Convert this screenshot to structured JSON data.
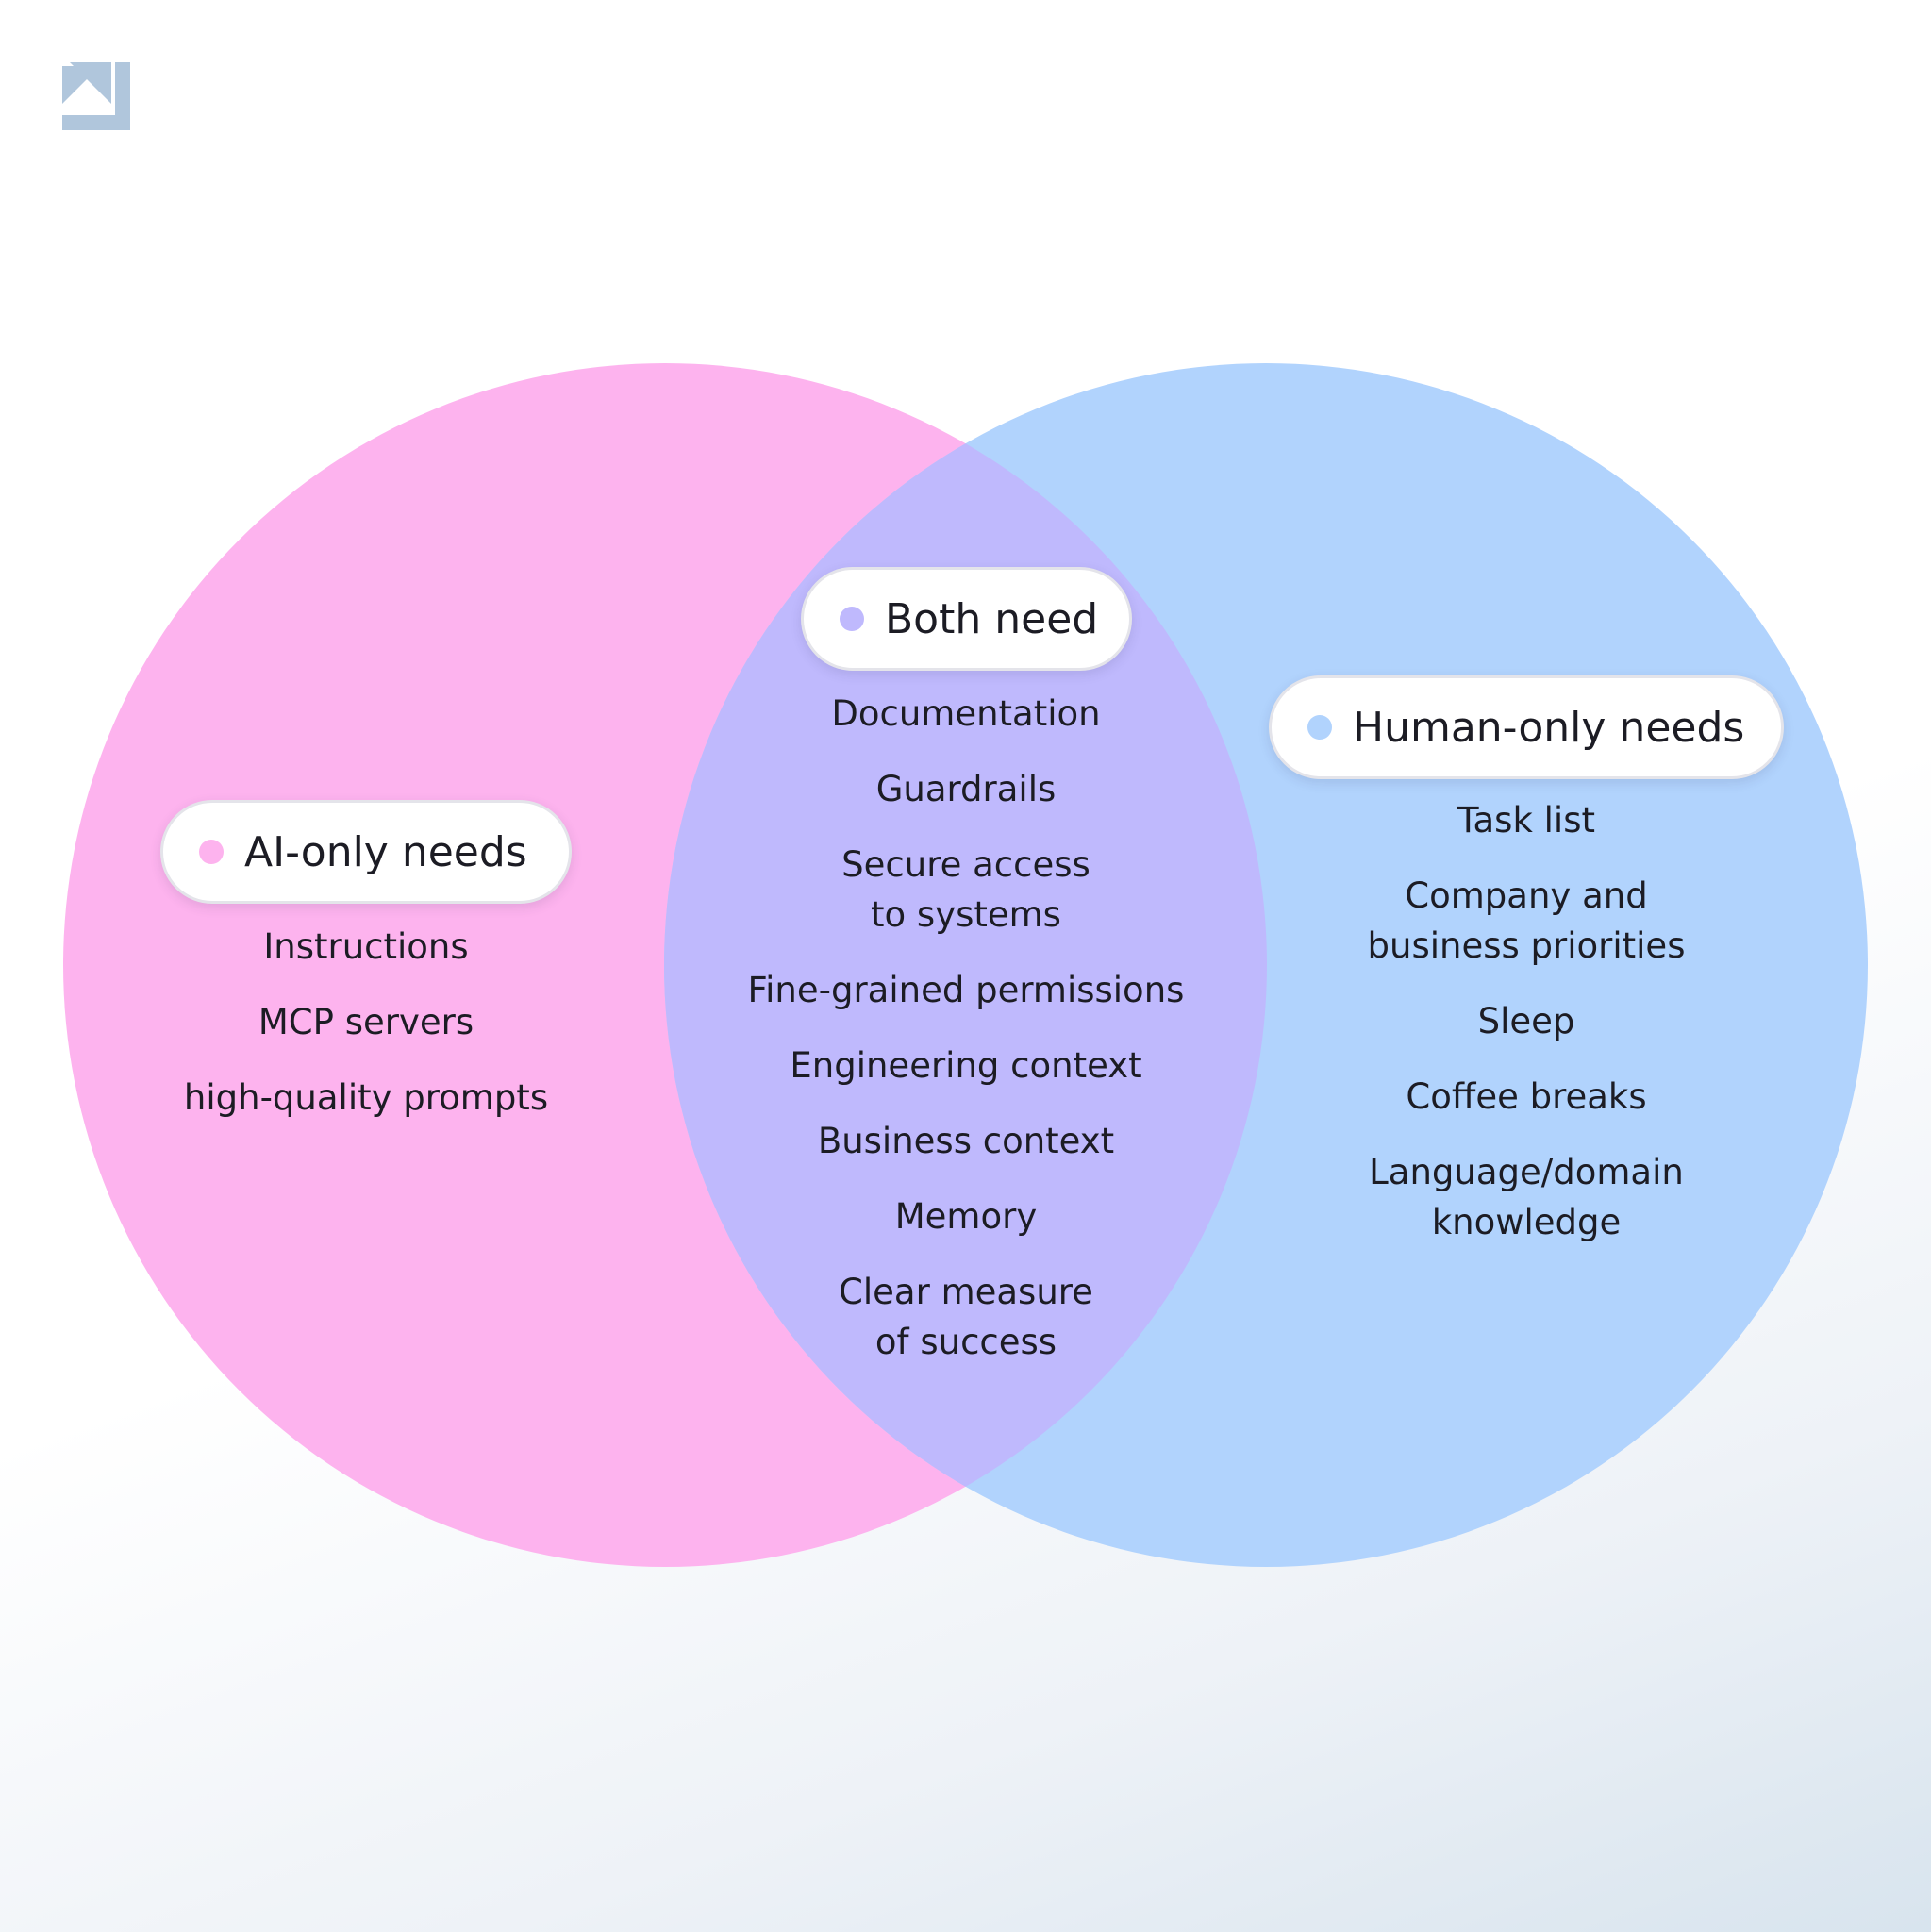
{
  "logo": {
    "icon": "arrow-corner-logo-icon",
    "color": "#b0c6dc"
  },
  "colors": {
    "ai": "#fdb3ee",
    "human": "#b1d3fd",
    "overlap": "#bfb9fd",
    "ai_dot": "#fdb3ee",
    "human_dot": "#b1d3fd",
    "both_dot": "#bfb9fd"
  },
  "venn": {
    "ai_only": {
      "label": "AI-only needs",
      "items": [
        "Instructions",
        "MCP servers",
        "high-quality prompts"
      ]
    },
    "both": {
      "label": "Both need",
      "items": [
        "Documentation",
        "Guardrails",
        "Secure access\nto systems",
        "Fine-grained permissions",
        "Engineering context",
        "Business context",
        "Memory",
        "Clear measure\nof success"
      ]
    },
    "human_only": {
      "label": "Human-only needs",
      "items": [
        "Task list",
        "Company and\nbusiness priorities",
        "Sleep",
        "Coffee breaks",
        "Language/domain\nknowledge"
      ]
    }
  }
}
